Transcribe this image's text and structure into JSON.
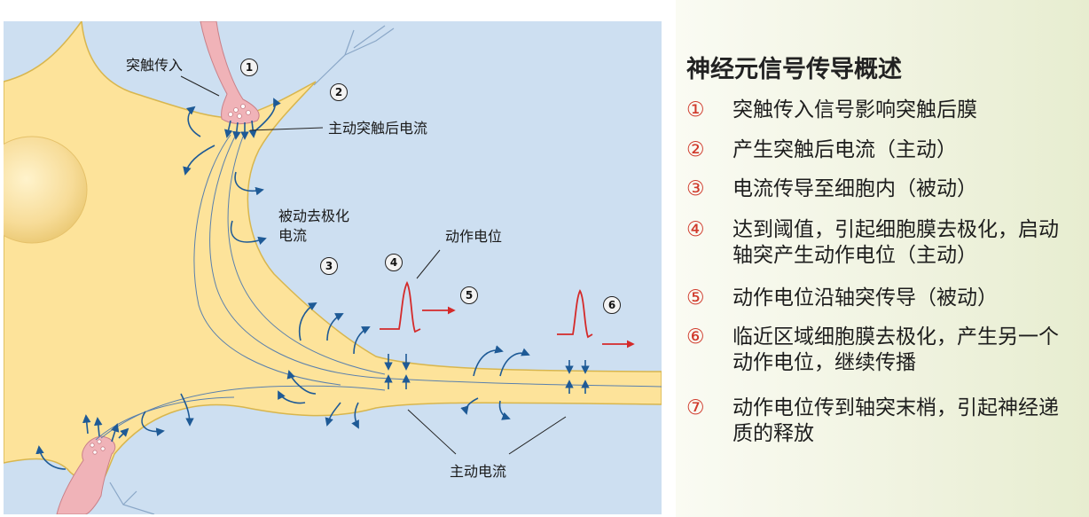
{
  "diagram": {
    "labels": {
      "synaptic_input": "突触传入",
      "active_postsynaptic_current": "主动突触后电流",
      "passive_depolarization_current_line1": "被动去极化",
      "passive_depolarization_current_line2": "电流",
      "action_potential": "动作电位",
      "active_current": "主动电流"
    },
    "badges": [
      "1",
      "2",
      "3",
      "4",
      "5",
      "6"
    ],
    "colors": {
      "background": "#cddff1",
      "neuron": "#fde39a",
      "neuron_outline": "#d8b64e",
      "dendrite": "#f0b3b8",
      "arrow": "#1e5a96",
      "action_potential": "#d42a2a"
    }
  },
  "panel": {
    "title": "神经元信号传导概述",
    "steps": [
      {
        "num": "①",
        "text": "突触传入信号影响突触后膜"
      },
      {
        "num": "②",
        "text": "产生突触后电流（主动）"
      },
      {
        "num": "③",
        "text": "电流传导至细胞内（被动）"
      },
      {
        "num": "④",
        "text": "达到阈值，引起细胞膜去极化，启动轴突产生动作电位（主动）"
      },
      {
        "num": "⑤",
        "text": "动作电位沿轴突传导（被动）"
      },
      {
        "num": "⑥",
        "text": "临近区域细胞膜去极化，产生另一个动作电位，继续传播"
      },
      {
        "num": "⑦",
        "text": "动作电位传到轴突末梢，引起神经递质的释放"
      }
    ],
    "colors": {
      "number": "#d0392b"
    }
  }
}
